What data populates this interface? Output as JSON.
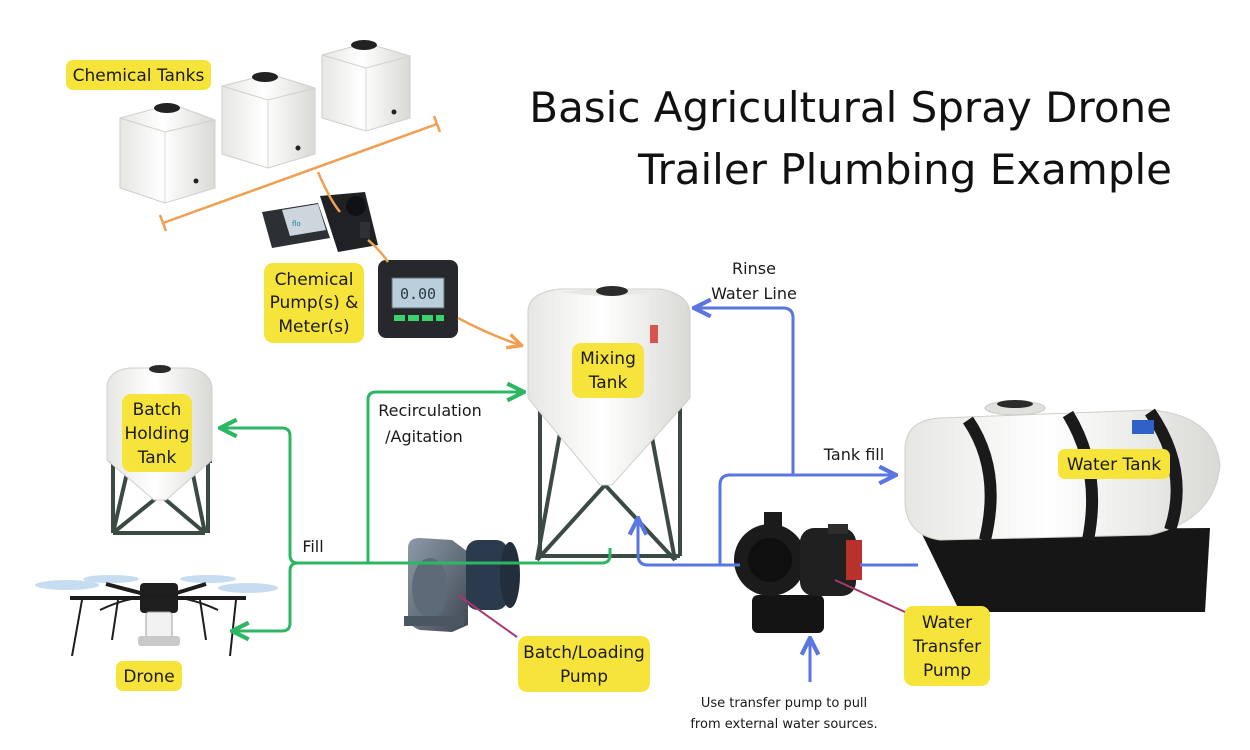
{
  "title": {
    "line1": "Basic Agricultural Spray Drone",
    "line2": "Trailer Plumbing Example"
  },
  "nodes": {
    "chemical_tanks": "Chemical Tanks",
    "chemical_pump": [
      "Chemical",
      "Pump(s) &",
      "Meter(s)"
    ],
    "meter_display": "0.00",
    "mixing_tank": [
      "Mixing",
      "Tank"
    ],
    "batch_holding_tank": [
      "Batch",
      "Holding",
      "Tank"
    ],
    "drone": "Drone",
    "batch_loading_pump": [
      "Batch/Loading",
      "Pump"
    ],
    "water_tank": "Water Tank",
    "water_transfer_pump": [
      "Water",
      "Transfer",
      "Pump"
    ]
  },
  "edges": {
    "rinse_water_line": [
      "Rinse",
      "Water Line"
    ],
    "recirculation": [
      "Recirculation",
      "/Agitation"
    ],
    "tank_fill": "Tank fill",
    "fill": "Fill"
  },
  "note": [
    "Use transfer pump to pull",
    "from external water sources."
  ],
  "colors": {
    "chemical_line": "#f0a052",
    "green_line": "#2db765",
    "blue_line": "#5a76e0",
    "highlight": "#f7e43a",
    "pink_pointer": "#a7386b"
  }
}
